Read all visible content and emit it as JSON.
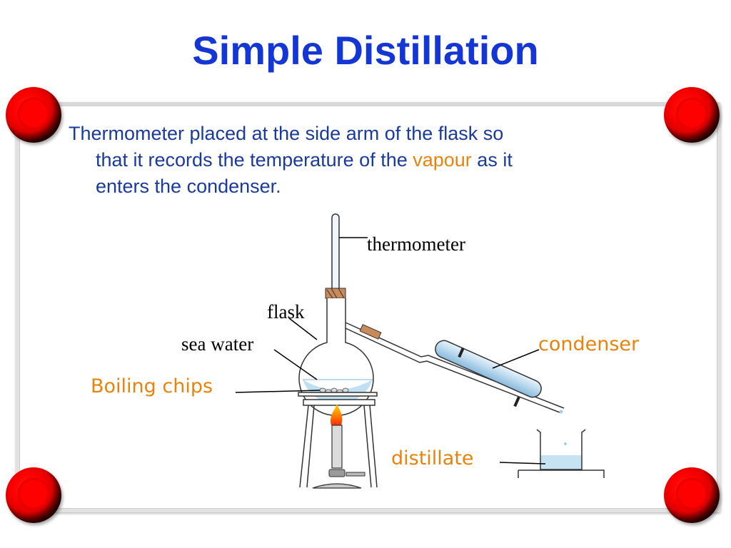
{
  "slide": {
    "title": "Simple Distillation",
    "body": {
      "line1": "Thermometer placed at the side arm of the flask so",
      "line2_before": "that it records the temperature of the ",
      "line2_highlight": "vapour",
      "line2_after": " as it",
      "line3": "enters the condenser."
    },
    "colors": {
      "title": "#1436d4",
      "body": "#1a3a9c",
      "highlight": "#e8830e",
      "knob": "#ff0000"
    }
  },
  "diagram": {
    "labels": {
      "thermometer": "thermometer",
      "flask": "flask",
      "sea_water": "sea water",
      "boiling_chips": "Boiling chips",
      "condenser": "condenser",
      "distillate": "distillate"
    }
  }
}
